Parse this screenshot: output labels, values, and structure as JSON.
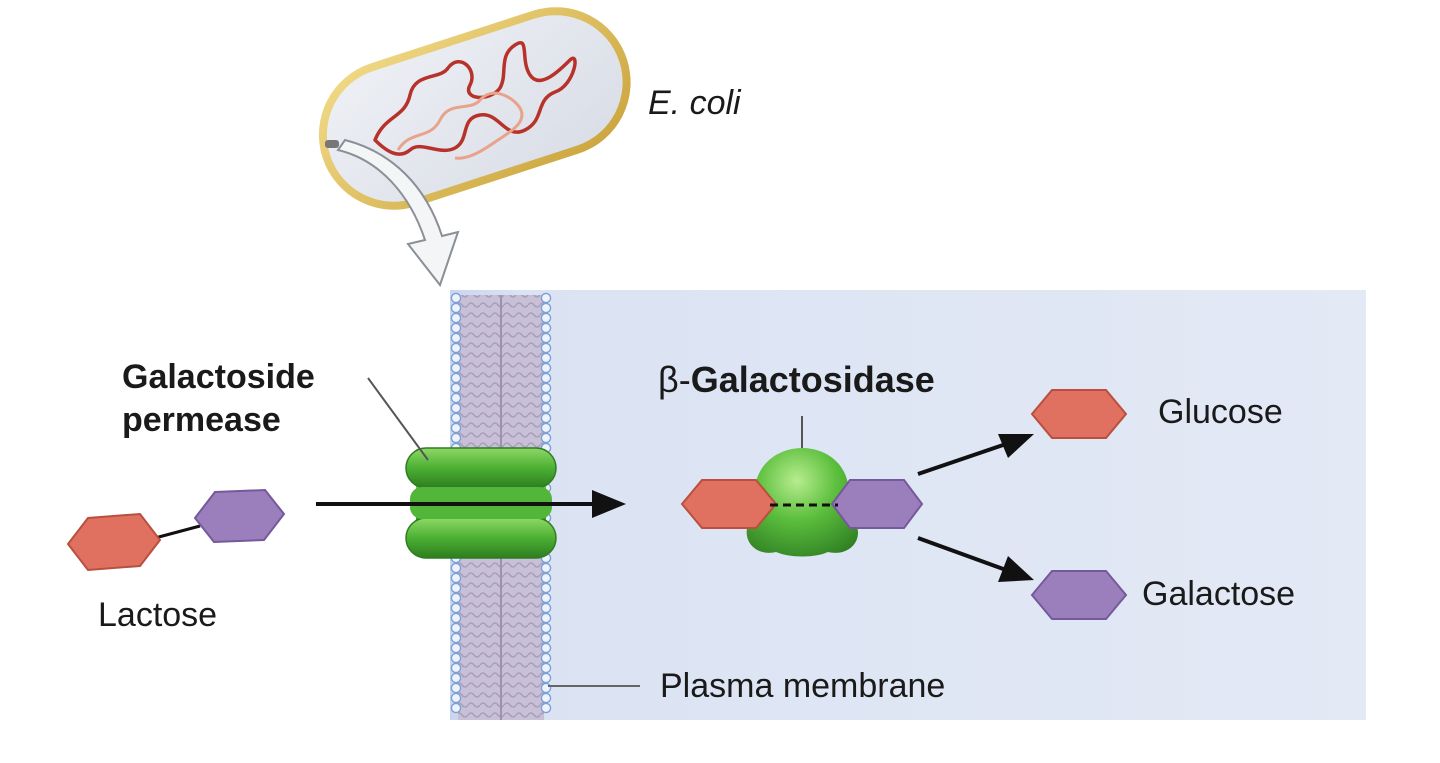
{
  "labels": {
    "organism": "E. coli",
    "permease_line1": "Galactoside",
    "permease_line2": "permease",
    "enzyme_prefix": "β-",
    "enzyme_name": "Galactosidase",
    "lactose": "Lactose",
    "glucose": "Glucose",
    "galactose": "Galactose",
    "membrane": "Plasma membrane"
  },
  "colors": {
    "glucose_hexagon": "#e0705f",
    "galactose_hexagon": "#9b7fbd",
    "protein_green": "#4caf38",
    "cytoplasm": "#dde5f3",
    "cell_wall": "#e8c75a",
    "dna": "#c0392b"
  }
}
